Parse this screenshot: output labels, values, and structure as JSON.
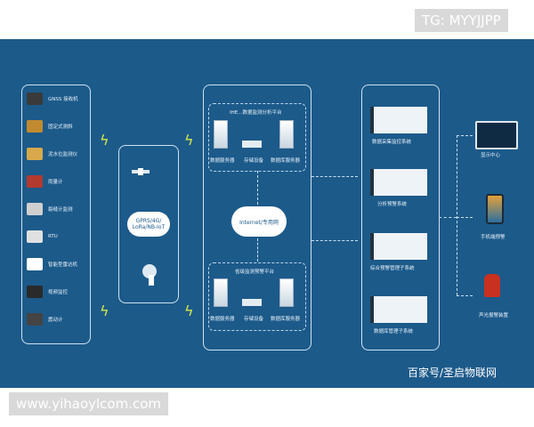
{
  "watermarks": {
    "top": "TG: MYYJJPP",
    "bottom": "www.yihaoylcom.com",
    "corner": "百家号/圣启物联网"
  },
  "colors": {
    "panel": "#1c5a8a",
    "line": "#cfe3f1",
    "bolt": "#d4e845"
  },
  "devices": [
    {
      "label": "GNSS 接收机",
      "icon": "gnss-receiver-icon"
    },
    {
      "label": "固定式测斜",
      "icon": "inclinometer-icon"
    },
    {
      "label": "泥水位监测仪",
      "icon": "water-level-icon"
    },
    {
      "label": "雨量计",
      "icon": "rain-gauge-icon"
    },
    {
      "label": "裂缝计监测",
      "icon": "crack-meter-icon"
    },
    {
      "label": "RTU",
      "icon": "rtu-icon"
    },
    {
      "label": "智能型雷达机",
      "icon": "radar-icon"
    },
    {
      "label": "视频监控",
      "icon": "camera-icon"
    },
    {
      "label": "震动计",
      "icon": "seismograph-icon"
    }
  ],
  "network": {
    "cloud": "GPRS/4G/ LoRa/NB-IoT"
  },
  "center": {
    "top_title": "IHE...数据监测分析平台",
    "top_servers": [
      "数据服务器",
      "存储设备",
      "数据库服务器"
    ],
    "internet": "Internet/专用网",
    "bottom_title": "省级监测预警平台",
    "bottom_servers": [
      "数据服务器",
      "存储设备",
      "数据库服务器"
    ]
  },
  "apps": [
    "数据采集监控系统",
    "分析预警系统",
    "综合预警管理子系统",
    "数据库管理子系统"
  ],
  "outputs": [
    "显示中心",
    "手机端预警",
    "声光报警装置"
  ]
}
